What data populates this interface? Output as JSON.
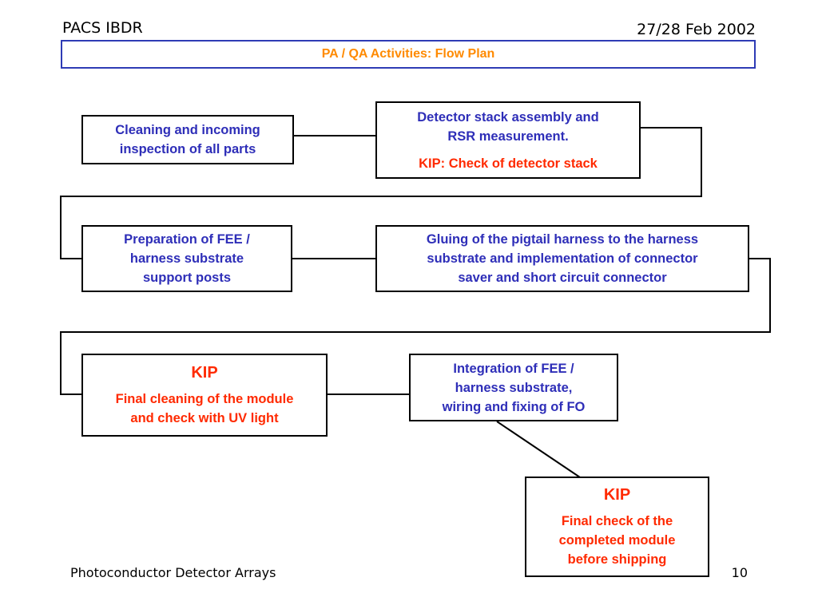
{
  "header": {
    "left": "PACS IBDR",
    "right": "27/28 Feb 2002"
  },
  "title": "PA / QA Activities: Flow Plan",
  "boxes": {
    "cleaning": {
      "line1": "Cleaning and incoming",
      "line2": "inspection of all parts"
    },
    "detector": {
      "line1": "Detector stack assembly and",
      "line2": "RSR measurement.",
      "kip": "KIP: Check of detector stack"
    },
    "prep": {
      "line1": "Preparation of FEE /",
      "line2": "harness substrate",
      "line3": "support posts"
    },
    "gluing": {
      "line1": "Gluing of the pigtail harness to the harness",
      "line2": "substrate and  implementation of connector",
      "line3": "saver and short circuit connector"
    },
    "final_cleaning": {
      "kip": "KIP",
      "line1": "Final cleaning of the module",
      "line2": "and check with UV light"
    },
    "integration": {
      "line1": "Integration of FEE /",
      "line2": "harness substrate,",
      "line3": "wiring and fixing of FO"
    },
    "final_check": {
      "kip": "KIP",
      "line1": "Final check of the",
      "line2": "completed module",
      "line3": "before shipping"
    }
  },
  "footer": {
    "left": "Photoconductor Detector Arrays",
    "page": "10"
  },
  "colors": {
    "title_border": "#2e3bb5",
    "title_text": "#ff8a00",
    "blue_text": "#2e2eb8",
    "kip_text": "#ff2a00"
  }
}
